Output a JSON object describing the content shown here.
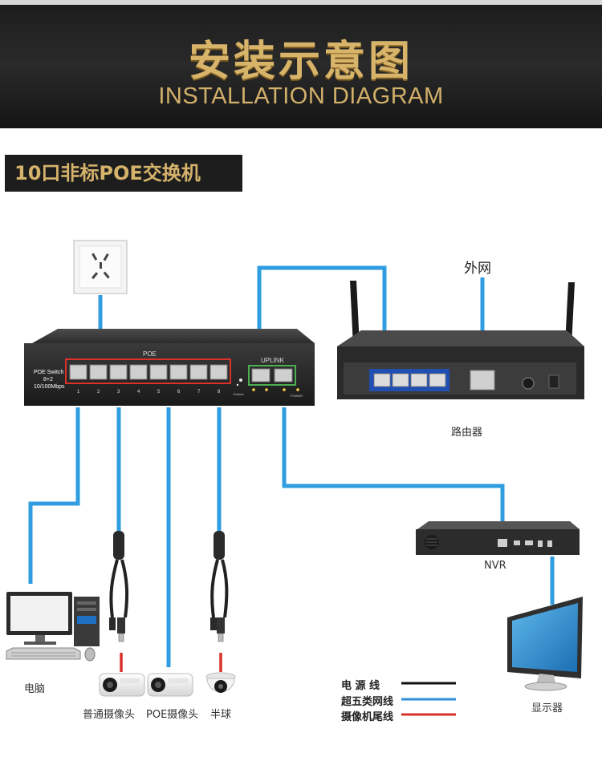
{
  "header": {
    "title_cn": "安装示意图",
    "title_en": "INSTALLATION DIAGRAM"
  },
  "section": {
    "title": "10口非标POE交换机"
  },
  "switch": {
    "model_line1": "POE Switch",
    "model_line2": "8+2",
    "model_line3": "10/100Mbps",
    "poe_label": "POE",
    "uplink_label": "UPLINK",
    "power_label": "POWER",
    "extend_label": "Extend",
    "port_numbers": [
      "1",
      "2",
      "3",
      "4",
      "5",
      "6",
      "7",
      "8"
    ]
  },
  "devices": {
    "internet": "外网",
    "router": "路由器",
    "nvr": "NVR",
    "computer": "电脑",
    "camera_normal": "普通摄像头",
    "camera_poe": "POE摄像头",
    "dome": "半球",
    "monitor": "显示器"
  },
  "legend": [
    {
      "label": "电 源 线",
      "color": "#111111"
    },
    {
      "label": "超五类网线",
      "color": "#2f8fd8"
    },
    {
      "label": "摄像机尾线",
      "color": "#d8322a"
    }
  ],
  "colors": {
    "cable": "#2f9ddf",
    "gold": "#d7b46a",
    "poe_frame": "#d8322a",
    "uplink_frame": "#4caf50"
  }
}
